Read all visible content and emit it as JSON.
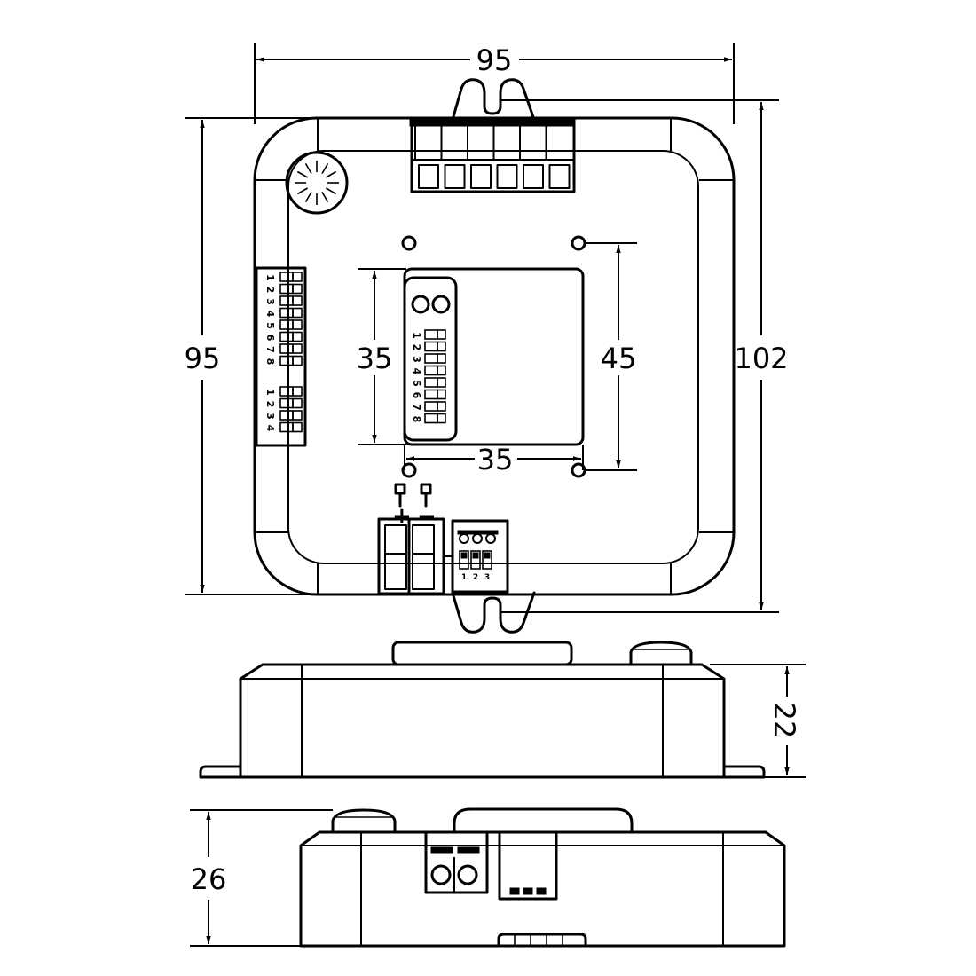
{
  "dimensions": {
    "top_width": "95",
    "left_height": "95",
    "right_height": "102",
    "inner_height": "35",
    "inner_width": "35",
    "hole_spacing": "45",
    "side_height": "22",
    "front_height": "26"
  },
  "dip_large": {
    "group1": [
      "1",
      "2",
      "3",
      "4",
      "5",
      "6",
      "7",
      "8"
    ],
    "group2": [
      "1",
      "2",
      "3",
      "4"
    ]
  },
  "dip_small": [
    "1",
    "2",
    "3",
    "4",
    "5",
    "6",
    "7",
    "8"
  ],
  "dip_right": [
    "1",
    "2",
    "3"
  ],
  "terminal_labels": {
    "plus": "+",
    "minus": "−"
  }
}
